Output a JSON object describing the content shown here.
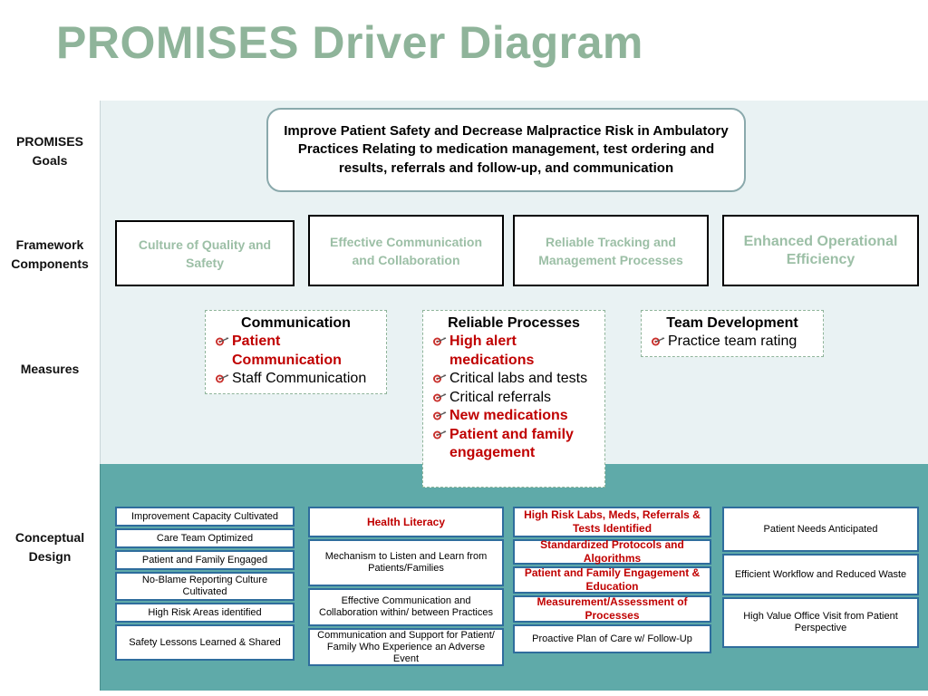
{
  "title": "PROMISES Driver Diagram",
  "row_labels": {
    "goals": "PROMISES Goals",
    "framework": "Framework Components",
    "measures": "Measures",
    "conceptual": "Conceptual Design"
  },
  "goal": "Improve Patient Safety and Decrease Malpractice Risk in Ambulatory  Practices Relating to medication management, test ordering and results, referrals and follow-up,  and communication",
  "framework": [
    "Culture of Quality and Safety",
    "Effective Communication and Collaboration",
    "Reliable Tracking and Management Processes",
    "Enhanced Operational Efficiency"
  ],
  "measures": [
    {
      "heading": "Communication",
      "items": [
        {
          "text": "Patient Communication",
          "highlight": true
        },
        {
          "text": "Staff Communication",
          "highlight": false
        }
      ]
    },
    {
      "heading": "Reliable Processes",
      "items": [
        {
          "text": "High alert medications",
          "highlight": true
        },
        {
          "text": "Critical labs and tests",
          "highlight": false
        },
        {
          "text": "Critical referrals",
          "highlight": false
        },
        {
          "text": "New medications",
          "highlight": true
        },
        {
          "text": "Patient and family engagement",
          "highlight": true
        }
      ]
    },
    {
      "heading": "Team Development",
      "items": [
        {
          "text": "Practice team rating",
          "highlight": false
        }
      ]
    }
  ],
  "conceptual": [
    [
      {
        "text": "Improvement  Capacity Cultivated",
        "highlight": false
      },
      {
        "text": "Care Team  Optimized",
        "highlight": false
      },
      {
        "text": "Patient  and  Family Engaged",
        "highlight": false
      },
      {
        "text": "No-Blame  Reporting  Culture Cultivated",
        "highlight": false
      },
      {
        "text": "High Risk Areas identified",
        "highlight": false
      },
      {
        "text": "Safety Lessons  Learned & Shared",
        "highlight": false
      }
    ],
    [
      {
        "text": "Health Literacy",
        "highlight": true
      },
      {
        "text": "Mechanism to Listen and Learn from Patients/Families",
        "highlight": false
      },
      {
        "text": "Effective Communication  and Collaboration within/ between  Practices",
        "highlight": false
      },
      {
        "text": "Communication  and Support for Patient/ Family Who Experience an Adverse Event",
        "highlight": false
      }
    ],
    [
      {
        "text": "High Risk Labs,  Meds, Referrals & Tests Identified",
        "highlight": true
      },
      {
        "text": "Standardized Protocols and Algorithms",
        "highlight": true
      },
      {
        "text": "Patient and Family Engagement & Education",
        "highlight": true
      },
      {
        "text": "Measurement/Assessment of Processes",
        "highlight": true
      },
      {
        "text": "Proactive Plan of Care w/ Follow-Up",
        "highlight": false
      }
    ],
    [
      {
        "text": "Patient  Needs  Anticipated",
        "highlight": false
      },
      {
        "text": "Efficient Workflow and Reduced Waste",
        "highlight": false
      },
      {
        "text": "High Value Office Visit from Patient Perspective",
        "highlight": false
      }
    ]
  ],
  "colors": {
    "title": "#8fb49a",
    "highlight": "#c00000",
    "bottom_panel": "#5faaa9",
    "box_border": "#2f6d9d"
  },
  "icons": {
    "measure_bullet": "target-arrow-icon"
  }
}
